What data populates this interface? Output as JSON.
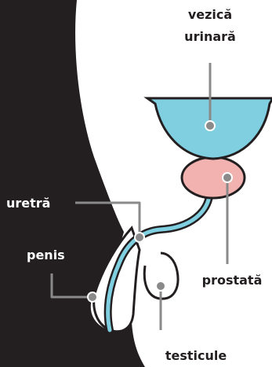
{
  "labels": {
    "bladder_line1": "vezică",
    "bladder_line2": "urinară",
    "urethra": "uretră",
    "penis": "penis",
    "prostate": "prostată",
    "testicles": "testicule"
  },
  "colors": {
    "silhouette": "#231f20",
    "bladder": "#7fcfe0",
    "prostate": "#f2b3b0",
    "outline": "#231f20",
    "leader": "#8a8a8a",
    "background": "#ffffff"
  }
}
